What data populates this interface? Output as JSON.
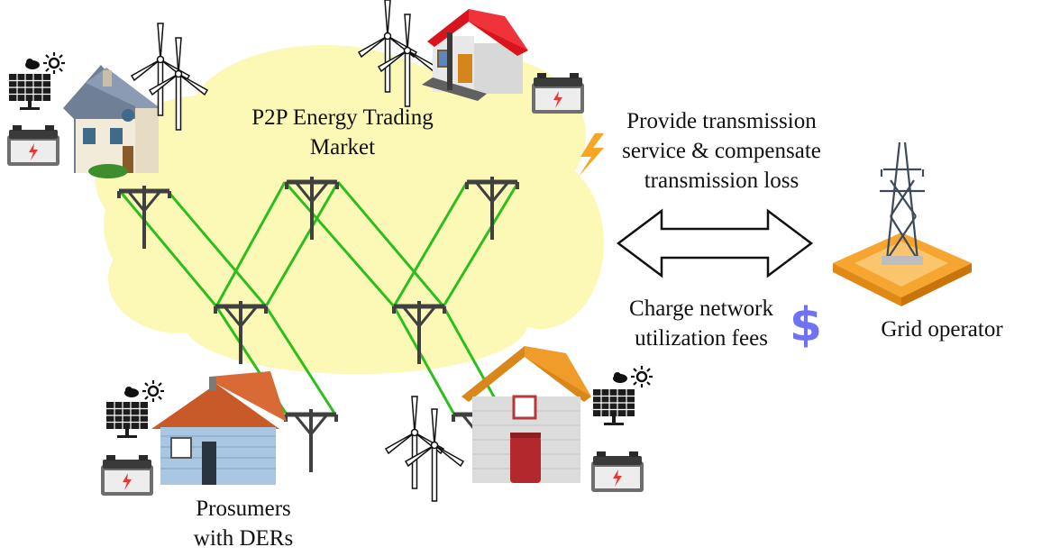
{
  "market": {
    "title_line1": "P2P Energy Trading",
    "title_line2": "Market"
  },
  "transmission": {
    "line1": "Provide transmission",
    "line2": "service & compensate",
    "line3": "transmission loss"
  },
  "fees": {
    "line1": "Charge network",
    "line2": "utilization fees"
  },
  "grid_operator": {
    "label": "Grid operator"
  },
  "prosumers": {
    "line1": "Prosumers",
    "line2": "with DERs"
  },
  "icons": {
    "lightning": "lightning-icon",
    "dollar": "dollar-sign-icon",
    "arrow": "double-arrow-icon",
    "tower": "transmission-tower-icon",
    "house": "house-icon",
    "battery": "battery-icon",
    "solar": "solar-panel-icon",
    "wind": "wind-turbine-icon"
  },
  "colors": {
    "cloud": "#FCF8B6",
    "power_line": "#2BBF1E",
    "pole": "#404040",
    "lightning": "#F6A623",
    "dollar": "#6F72F2",
    "platform": "#F7A531"
  }
}
